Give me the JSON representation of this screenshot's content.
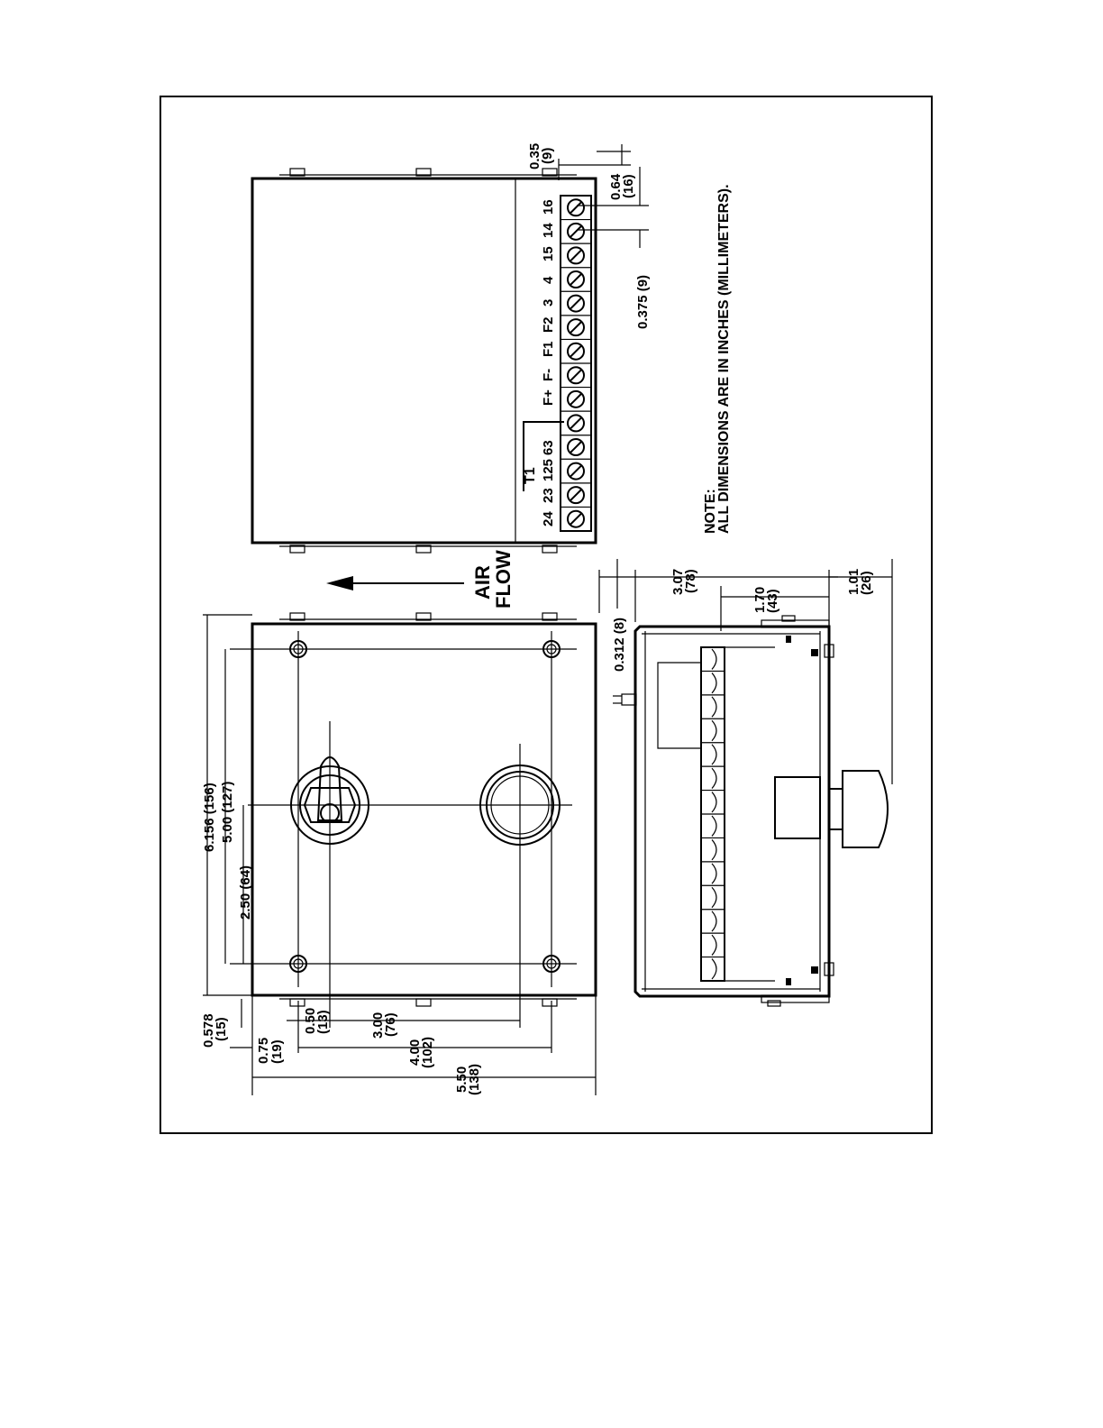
{
  "air_flow": {
    "line1": "AIR",
    "line2": "FLOW"
  },
  "note": {
    "line1": "NOTE:",
    "line2": "ALL DIMENSIONS ARE IN INCHES (MILLIMETERS)."
  },
  "terminals": {
    "t1_label": "T1",
    "labels": [
      "24",
      "23",
      "125",
      "63",
      "",
      "F+",
      "F-",
      "F1",
      "F2",
      "3",
      "4",
      "15",
      "14",
      "16"
    ]
  },
  "dims_top": {
    "d035": "0.35",
    "d035_mm": "(9)",
    "d064": "0.64",
    "d064_mm": "(16)",
    "d0375": "0.375  (9)"
  },
  "dims_front": {
    "d6156": "6.156  (156)",
    "d500": "5.00  (127)",
    "d250": "2.50  (64)",
    "d0578": "0.578",
    "d0578_mm": "(15)",
    "d075": "0.75",
    "d075_mm": "(19)",
    "d050": "0.50",
    "d050_mm": "(13)",
    "d300": "3.00",
    "d300_mm": "(76)",
    "d400": "4.00",
    "d400_mm": "(102)",
    "d550": "5.50",
    "d550_mm": "(138)"
  },
  "dims_side": {
    "d0312": "0.312  (8)",
    "d307": "3.07",
    "d307_mm": "(78)",
    "d170": "1.70",
    "d170_mm": "(43)",
    "d101": "1.01",
    "d101_mm": "(26)"
  }
}
